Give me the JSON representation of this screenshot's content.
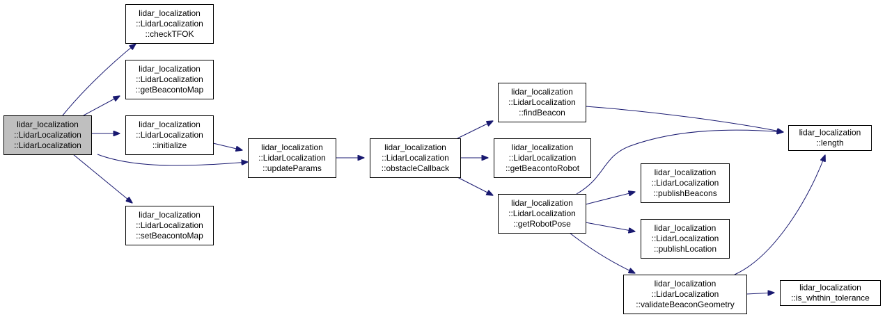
{
  "colors": {
    "root_fill": "#bfbfbf",
    "node_fill": "#ffffff",
    "node_border": "#000000",
    "edge": "#191970"
  },
  "nodes": [
    {
      "id": "root",
      "root": true,
      "lines": [
        "lidar_localization",
        "::LidarLocalization",
        "::LidarLocalization"
      ]
    },
    {
      "id": "checkTFOK",
      "lines": [
        "lidar_localization",
        "::LidarLocalization",
        "::checkTFOK"
      ]
    },
    {
      "id": "getBeacontoMap",
      "lines": [
        "lidar_localization",
        "::LidarLocalization",
        "::getBeacontoMap"
      ]
    },
    {
      "id": "initialize",
      "lines": [
        "lidar_localization",
        "::LidarLocalization",
        "::initialize"
      ]
    },
    {
      "id": "setBeacontoMap",
      "lines": [
        "lidar_localization",
        "::LidarLocalization",
        "::setBeacontoMap"
      ]
    },
    {
      "id": "updateParams",
      "lines": [
        "lidar_localization",
        "::LidarLocalization",
        "::updateParams"
      ]
    },
    {
      "id": "obstacleCallback",
      "lines": [
        "lidar_localization",
        "::LidarLocalization",
        "::obstacleCallback"
      ]
    },
    {
      "id": "findBeacon",
      "lines": [
        "lidar_localization",
        "::LidarLocalization",
        "::findBeacon"
      ]
    },
    {
      "id": "getBeacontoRobot",
      "lines": [
        "lidar_localization",
        "::LidarLocalization",
        "::getBeacontoRobot"
      ]
    },
    {
      "id": "getRobotPose",
      "lines": [
        "lidar_localization",
        "::LidarLocalization",
        "::getRobotPose"
      ]
    },
    {
      "id": "publishBeacons",
      "lines": [
        "lidar_localization",
        "::LidarLocalization",
        "::publishBeacons"
      ]
    },
    {
      "id": "publishLocation",
      "lines": [
        "lidar_localization",
        "::LidarLocalization",
        "::publishLocation"
      ]
    },
    {
      "id": "validateBeaconGeometry",
      "lines": [
        "lidar_localization",
        "::LidarLocalization",
        "::validateBeaconGeometry"
      ]
    },
    {
      "id": "length",
      "lines": [
        "lidar_localization",
        "::length"
      ]
    },
    {
      "id": "is_whthin_tolerance",
      "lines": [
        "lidar_localization",
        "::is_whthin_tolerance"
      ]
    }
  ],
  "edges": [
    {
      "from": "root",
      "to": "checkTFOK"
    },
    {
      "from": "root",
      "to": "getBeacontoMap"
    },
    {
      "from": "root",
      "to": "initialize"
    },
    {
      "from": "root",
      "to": "updateParams"
    },
    {
      "from": "root",
      "to": "setBeacontoMap"
    },
    {
      "from": "initialize",
      "to": "updateParams"
    },
    {
      "from": "updateParams",
      "to": "obstacleCallback"
    },
    {
      "from": "obstacleCallback",
      "to": "findBeacon"
    },
    {
      "from": "obstacleCallback",
      "to": "getBeacontoRobot"
    },
    {
      "from": "obstacleCallback",
      "to": "getRobotPose"
    },
    {
      "from": "findBeacon",
      "to": "length"
    },
    {
      "from": "getRobotPose",
      "to": "length"
    },
    {
      "from": "getRobotPose",
      "to": "publishBeacons"
    },
    {
      "from": "getRobotPose",
      "to": "publishLocation"
    },
    {
      "from": "getRobotPose",
      "to": "validateBeaconGeometry"
    },
    {
      "from": "validateBeaconGeometry",
      "to": "length"
    },
    {
      "from": "validateBeaconGeometry",
      "to": "is_whthin_tolerance"
    }
  ]
}
